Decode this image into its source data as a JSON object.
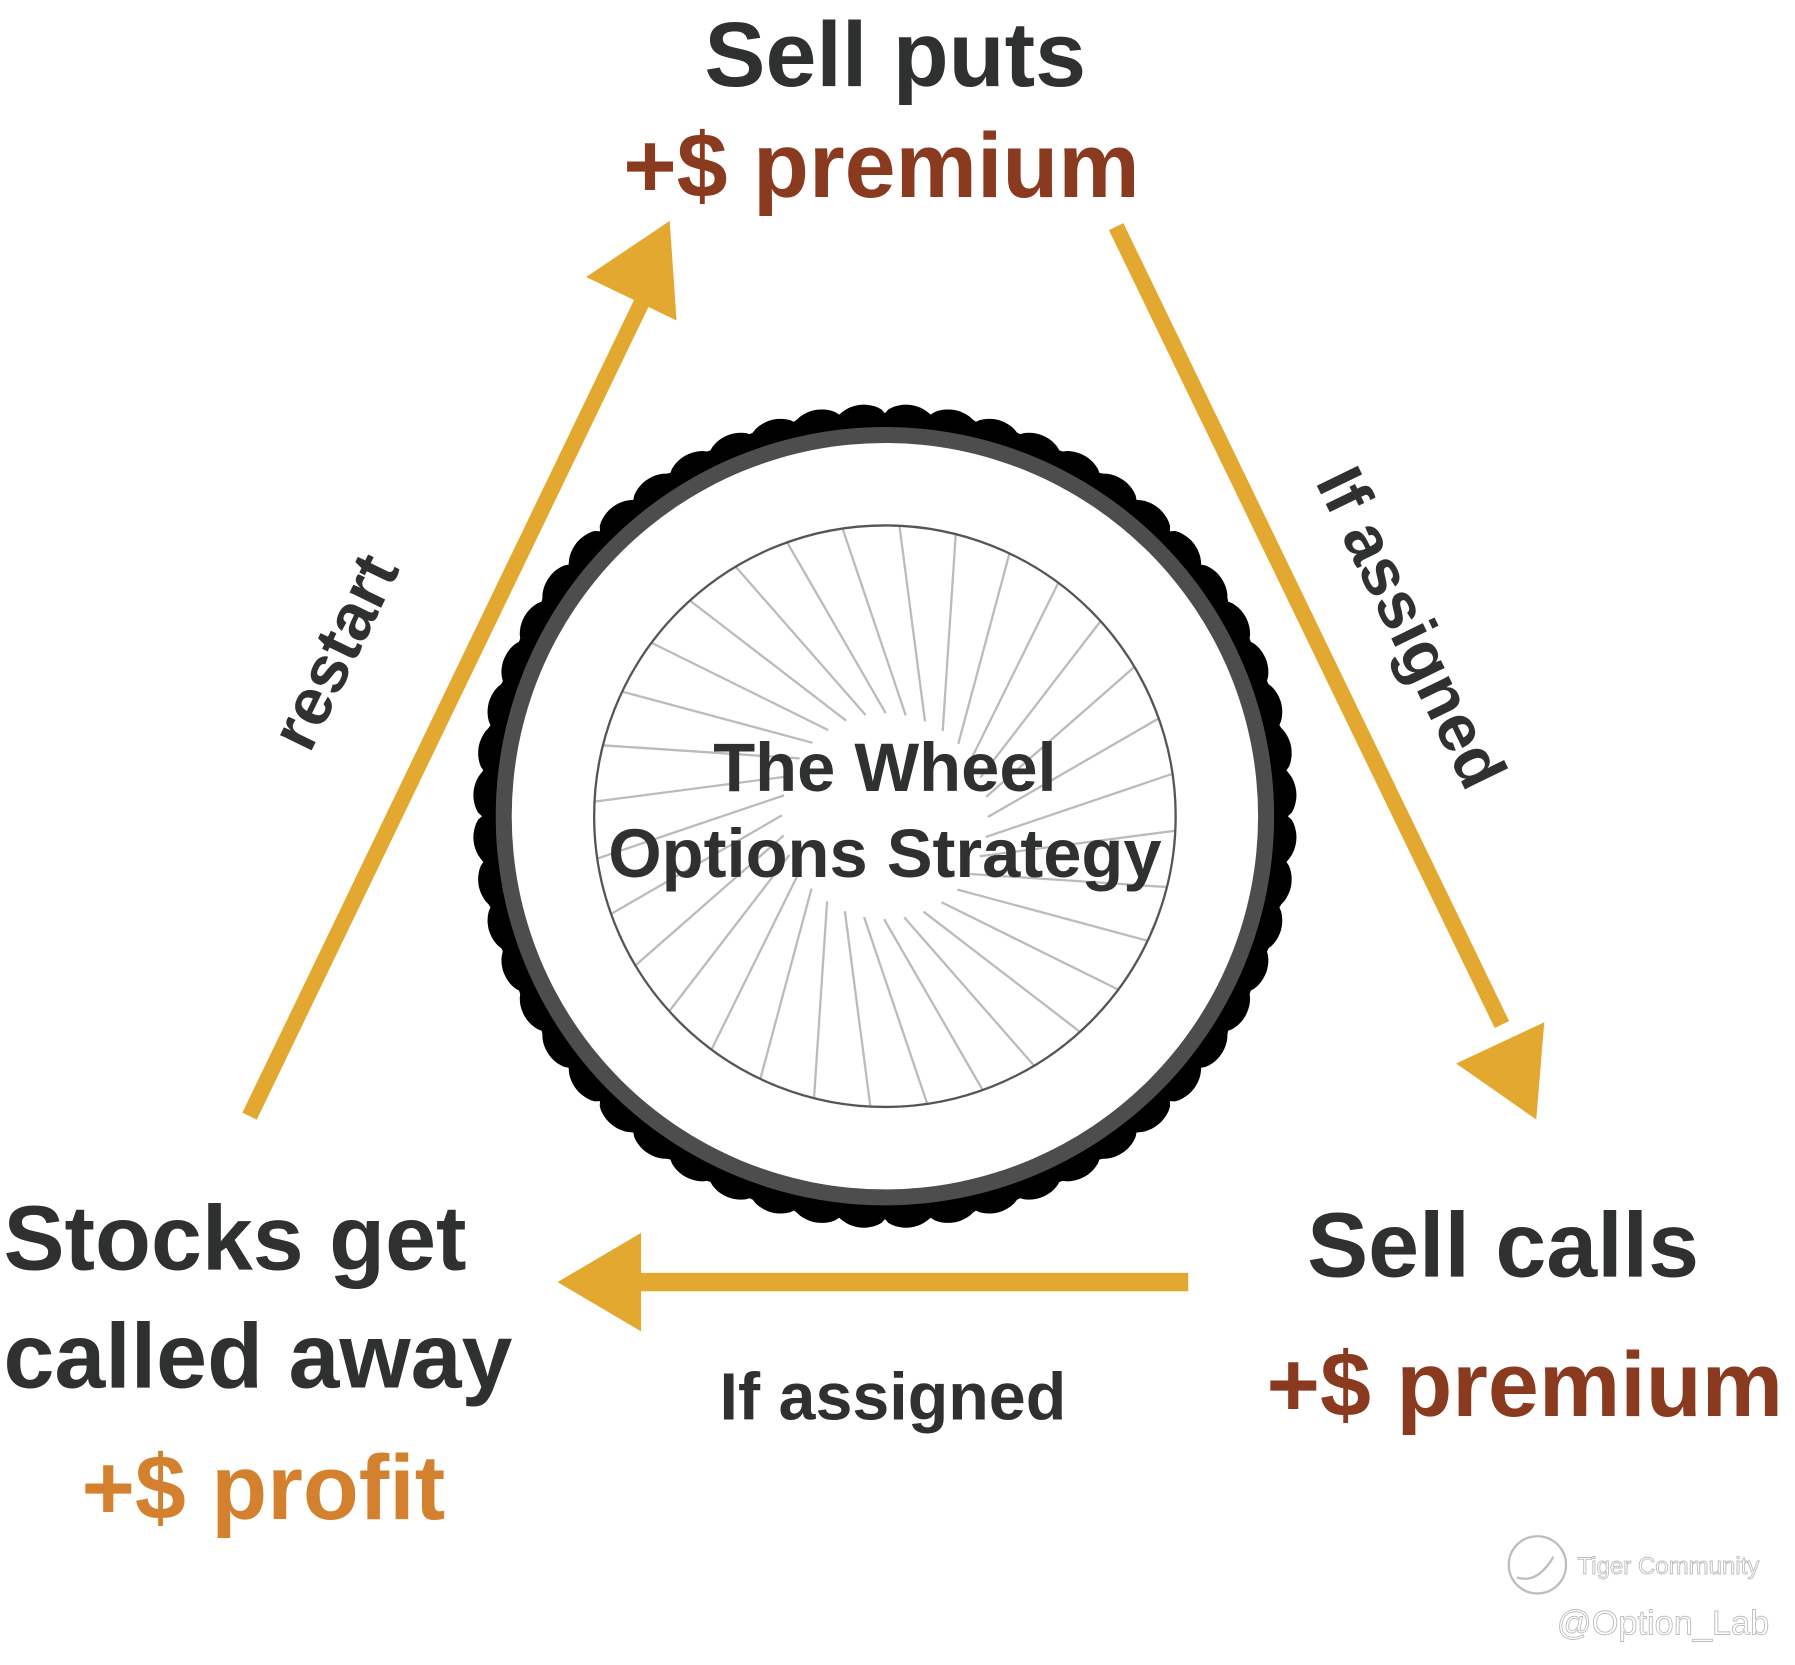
{
  "title": {
    "line1": "The Wheel",
    "line2": "Options Strategy"
  },
  "top": {
    "action": "Sell puts",
    "gain": "+$ premium"
  },
  "right": {
    "action": "Sell calls",
    "gain": "+$ premium"
  },
  "left": {
    "line1": "Stocks get",
    "line2": "called away",
    "gain": "+$ profit"
  },
  "arrows": {
    "right_label": "If assigned",
    "bottom_label": "If assigned",
    "left_label": "restart"
  },
  "watermark": {
    "brand": "Tiger Community",
    "handle": "@Option_Lab"
  },
  "colors": {
    "arrow": "#E3A82F",
    "premium": "#8A3A1F",
    "profit": "#D4812F",
    "text": "#2F3030",
    "rim": "#4D4D4D",
    "tire": "#000000"
  }
}
